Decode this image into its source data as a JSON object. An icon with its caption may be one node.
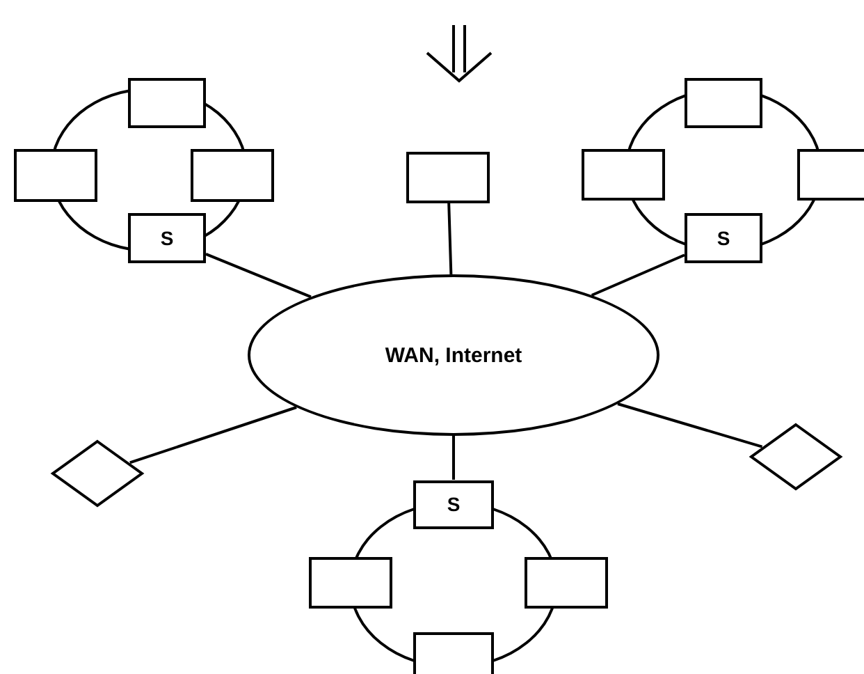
{
  "diagram": {
    "nodes": [
      {
        "text": [],
        "shape": "circle"
      },
      {
        "text": [],
        "shape": "box"
      },
      {
        "text": [],
        "shape": "box"
      },
      {
        "text": [],
        "shape": "box"
      },
      {
        "text": [
          "S"
        ]
      },
      {
        "text": [],
        "shape": "box"
      },
      {
        "text": [],
        "shape": "circle"
      },
      {
        "text": [],
        "shape": "box"
      },
      {
        "text": [],
        "shape": "box"
      },
      {
        "text": [],
        "shape": "box"
      },
      {
        "text": [
          "S"
        ]
      },
      {
        "text": [
          "WAN, Internet"
        ]
      },
      {
        "text": [],
        "shape": "diamond"
      },
      {
        "text": [],
        "shape": "diamond"
      },
      {
        "text": [],
        "shape": "circle"
      },
      {
        "text": [
          "S"
        ]
      },
      {
        "text": [],
        "shape": "box"
      },
      {
        "text": [],
        "shape": "box"
      },
      {
        "text": [],
        "shape": "box"
      }
    ],
    "edges": [
      {
        "from": 4,
        "to": 11,
        "arrow": "none"
      },
      {
        "from": 5,
        "to": 11,
        "arrow": "none"
      },
      {
        "from": 10,
        "to": 11,
        "arrow": "none"
      },
      {
        "from": 12,
        "to": 11,
        "arrow": "none"
      },
      {
        "from": 13,
        "to": 11,
        "arrow": "none"
      },
      {
        "from": 15,
        "to": 11,
        "arrow": "none"
      }
    ]
  }
}
